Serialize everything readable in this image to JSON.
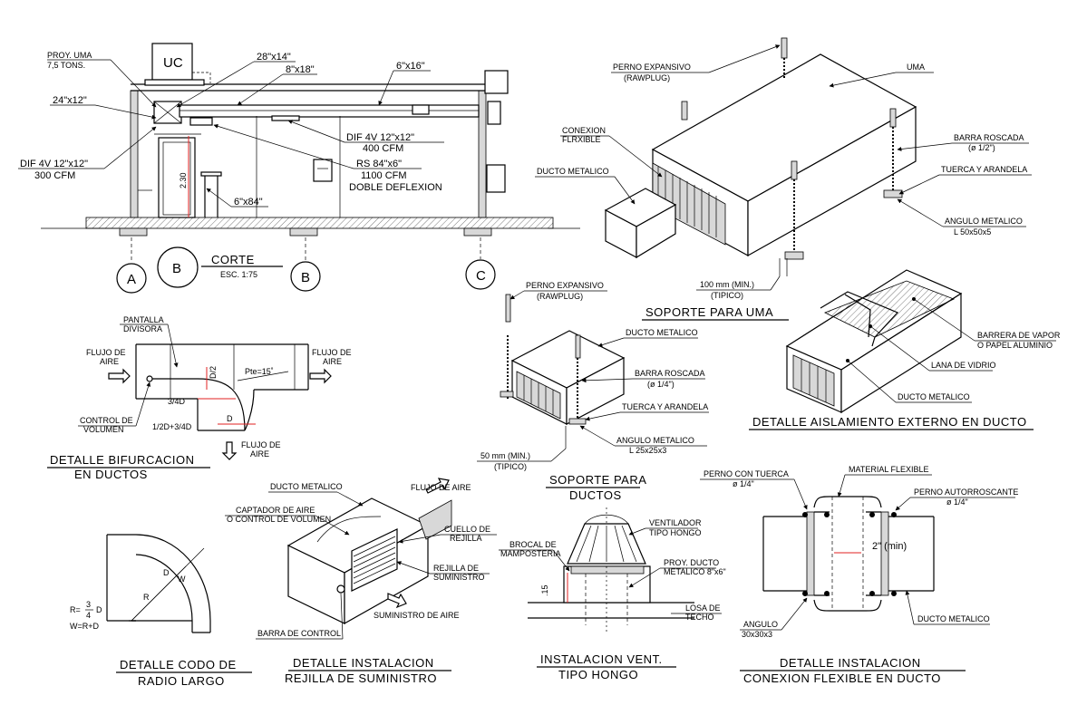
{
  "corte": {
    "uc": "UC",
    "proy_uma_1": "PROY. UMA",
    "proy_uma_2": "7,5 TONS.",
    "d_28x14": "28\"x14\"",
    "d_8x18": "8\"x18\"",
    "d_6x16": "6\"x16\"",
    "d_24x12": "24\"x12\"",
    "dif1_a": "DIF 4V 12\"x12\"",
    "dif1_b": "400 CFM",
    "rs_a": "RS 84\"x6\"",
    "rs_b": "1100 CFM",
    "rs_c": "DOBLE DEFLEXION",
    "dif2_a": "DIF 4V 12\"x12\"",
    "dif2_b": "300 CFM",
    "h_230": "2.30",
    "d_6x84": "6\"x84\"",
    "axis_a": "A",
    "axis_b1": "B",
    "axis_b2": "B",
    "axis_c": "C",
    "title": "CORTE",
    "scale": "ESC. 1:75"
  },
  "uma": {
    "perno_1": "PERNO EXPANSIVO",
    "perno_2": "(RAWPLUG)",
    "uma": "UMA",
    "conexion_1": "CONEXION",
    "conexion_2": "FLRXIBLE",
    "ducto": "DUCTO METALICO",
    "barra_1": "BARRA ROSCADA",
    "barra_2": "(ø 1/2\")",
    "tuerca": "TUERCA Y ARANDELA",
    "angulo_1": "ANGULO METALICO",
    "angulo_2": "L 50x50x5",
    "min_1": "100 mm (MIN.)",
    "min_2": "(TIPICO)",
    "title": "SOPORTE PARA UMA"
  },
  "bifurcacion": {
    "pantalla_1": "PANTALLA",
    "pantalla_2": "DIVISORA",
    "flujo_in_1": "FLUJO DE",
    "flujo_in_2": "AIRE",
    "flujo_out_1": "FLUJO DE",
    "flujo_out_2": "AIRE",
    "d2": "D/2",
    "pte": "Pte=15˚",
    "tres_cuartos": "3/4D",
    "control_1": "CONTROL DE",
    "control_2": "VOLUMEN",
    "formula": "1/2D+3/4D",
    "d": "D",
    "flujo_down_1": "FLUJO DE",
    "flujo_down_2": "AIRE",
    "title_1": "DETALLE BIFURCACION",
    "title_2": "EN DUCTOS"
  },
  "soporte_ductos": {
    "perno_1": "PERNO EXPANSIVO",
    "perno_2": "(RAWPLUG)",
    "ducto": "DUCTO METALICO",
    "barra_1": "BARRA ROSCADA",
    "barra_2": "(ø 1/4\")",
    "tuerca": "TUERCA Y ARANDELA",
    "angulo_1": "ANGULO METALICO",
    "angulo_2": "L 25x25x3",
    "min_1": "50 mm (MIN.)",
    "min_2": "(TIPICO)",
    "title_1": "SOPORTE PARA",
    "title_2": "DUCTOS"
  },
  "aislamiento": {
    "barrera_1": "BARRERA DE VAPOR",
    "barrera_2": "O PAPEL ALUMINIO",
    "lana": "LANA DE VIDRIO",
    "ducto": "DUCTO METALICO",
    "title": "DETALLE AISLAMIENTO EXTERNO EN DUCTO"
  },
  "codo": {
    "r": "R",
    "d": "D",
    "w": "W",
    "r_eq": "R=",
    "r_num": "3",
    "r_den": "4",
    "r_d": "D",
    "w_eq": "W=R+D",
    "title_1": "DETALLE CODO DE",
    "title_2": "RADIO LARGO"
  },
  "rejilla": {
    "ducto": "DUCTO METALICO",
    "flujo": "FLUJO DE AIRE",
    "captador_1": "CAPTADOR DE AIRE",
    "captador_2": "O CONTROL DE VOLUMEN",
    "cuello_1": "CUELLO DE",
    "cuello_2": "REJILLA",
    "rejilla_1": "REJILLA DE",
    "rejilla_2": "SUMINISTRO",
    "suministro": "SUMINISTRO DE AIRE",
    "barra": "BARRA DE CONTROL",
    "title_1": "DETALLE INSTALACION",
    "title_2": "REJILLA DE SUMINISTRO"
  },
  "hongo": {
    "ventilador_1": "VENTILADOR",
    "ventilador_2": "TIPO HONGO",
    "brocal_1": "BROCAL DE",
    "brocal_2": "MAMPOSTERIA",
    "proy_1": "PROY. DUCTO",
    "proy_2": "METALICO 8\"x6\"",
    "dim": ".15",
    "losa_1": "LOSA DE",
    "losa_2": "TECHO",
    "title_1": "INSTALACION VENT.",
    "title_2": "TIPO HONGO"
  },
  "conexion": {
    "perno_tuerca_1": "PERNO CON TUERCA",
    "perno_tuerca_2": "ø 1/4\"",
    "material": "MATERIAL FLEXIBLE",
    "perno_auto_1": "PERNO AUTORROSCANTE",
    "perno_auto_2": "ø 1/4\"",
    "dim": "2\" (min)",
    "angulo_1": "ANGULO",
    "angulo_2": "30x30x3",
    "ducto": "DUCTO METALICO",
    "title_1": "DETALLE INSTALACION",
    "title_2": "CONEXION FLEXIBLE EN DUCTO"
  }
}
